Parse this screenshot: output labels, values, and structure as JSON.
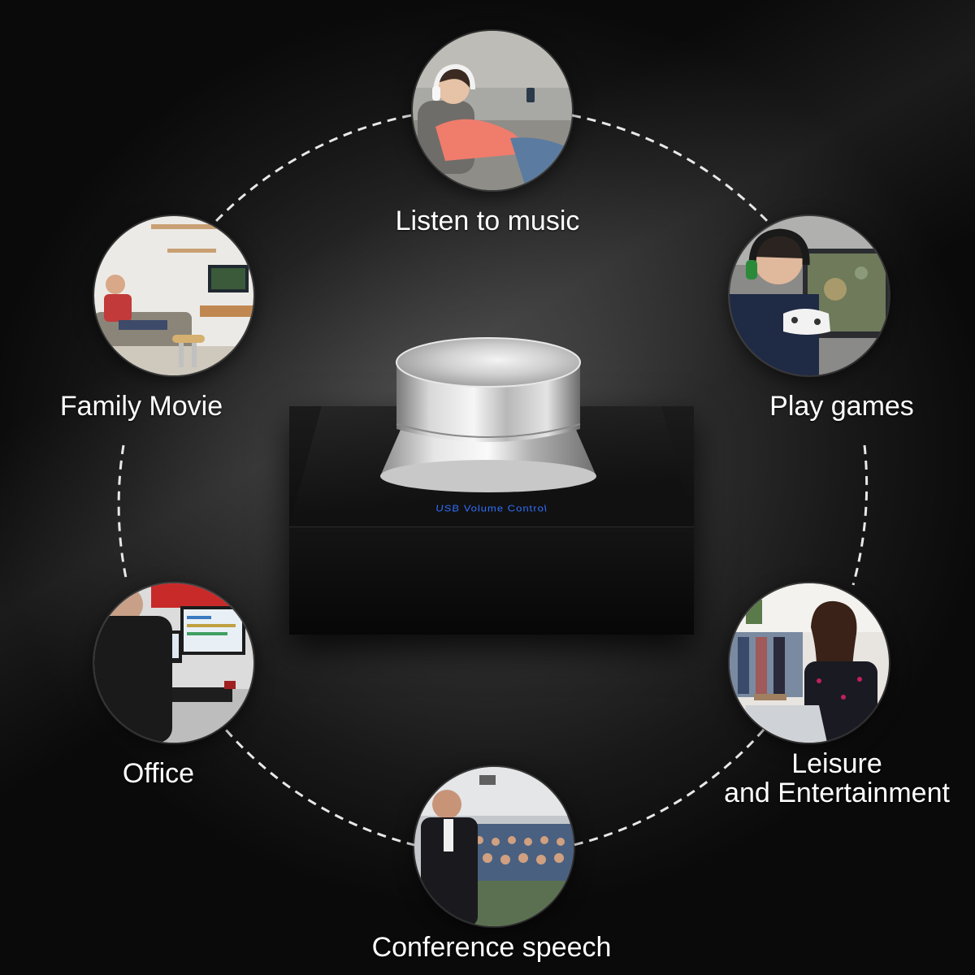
{
  "product": {
    "device_label": "USB Volume Control",
    "colors": {
      "knob": "#c8c8c8",
      "box": "#111111",
      "label": "#2f6fff"
    }
  },
  "scenarios": [
    {
      "label_lines": [
        "Listen to music"
      ],
      "icon": "headphones-photo"
    },
    {
      "label_lines": [
        "Family Movie"
      ],
      "icon": "living-room-photo"
    },
    {
      "label_lines": [
        "Play games"
      ],
      "icon": "gamer-photo"
    },
    {
      "label_lines": [
        "Office"
      ],
      "icon": "office-photo"
    },
    {
      "label_lines": [
        "Leisure",
        "and Entertainment"
      ],
      "icon": "laptop-woman-photo"
    },
    {
      "label_lines": [
        "Conference speech"
      ],
      "icon": "conference-photo"
    }
  ]
}
